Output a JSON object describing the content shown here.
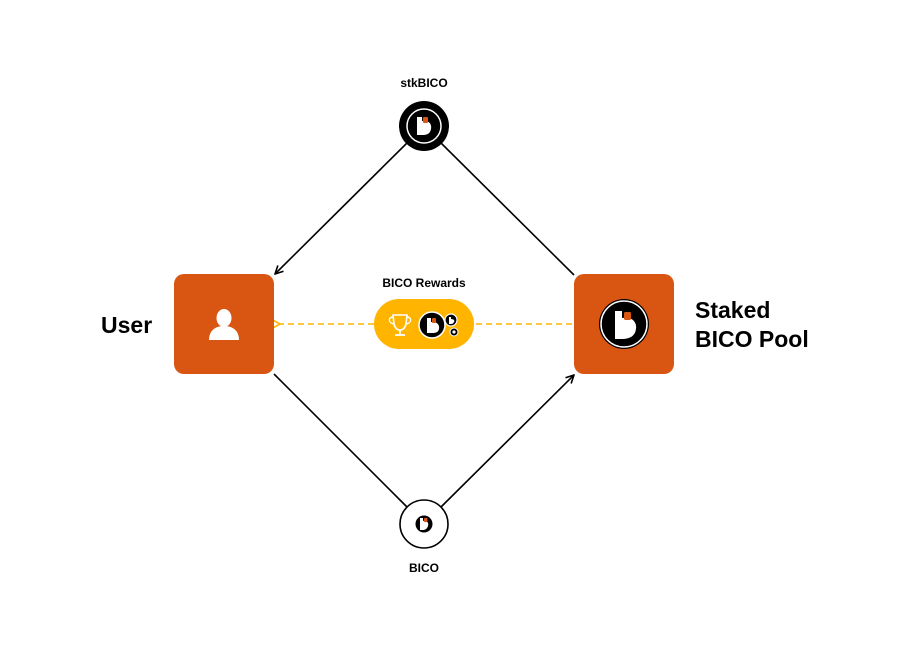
{
  "nodes": {
    "user": {
      "label": "User"
    },
    "pool": {
      "label_line1": "Staked",
      "label_line2": "BICO Pool"
    },
    "stkbico": {
      "label": "stkBICO"
    },
    "bico": {
      "label": "BICO"
    },
    "rewards": {
      "label": "BICO Rewards"
    }
  },
  "colors": {
    "orange": "#d95512",
    "gold": "#ffb400",
    "black": "#000000",
    "white": "#ffffff"
  },
  "icons": {
    "user": "user-icon",
    "bico_logo": "bico-logo-icon",
    "trophy": "trophy-icon"
  }
}
